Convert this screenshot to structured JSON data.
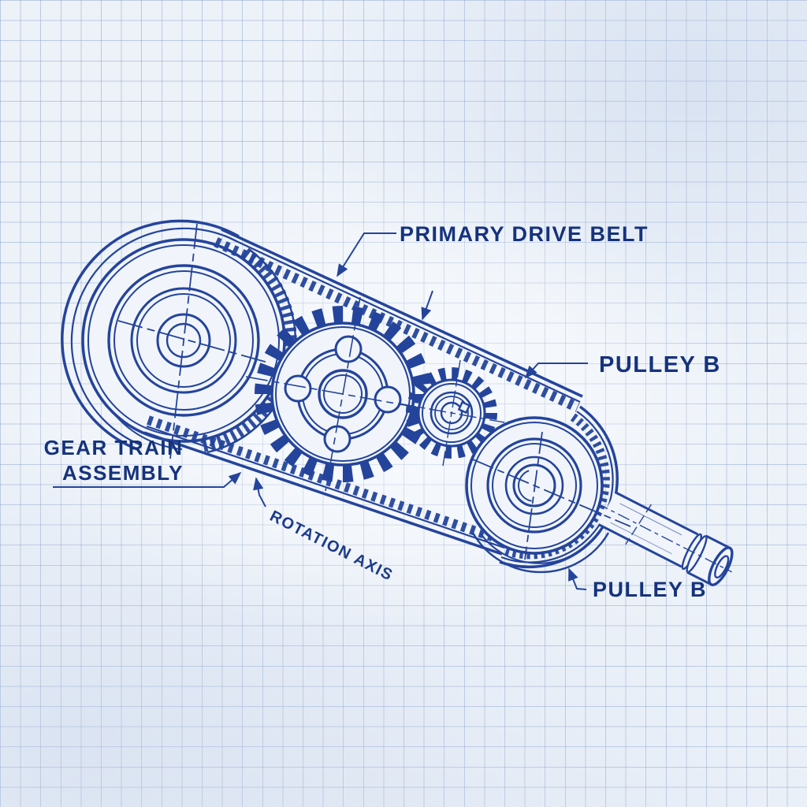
{
  "scene": {
    "kind": "blueprint technical diagram on graph paper",
    "subject": "gear train assembly: two toothed pulleys joined by a primary drive belt with two meshing spur gears and an output shaft"
  },
  "labels": {
    "primary_drive_belt": "PRIMARY DRIVE BELT",
    "pulley_b_top": "PULLEY B",
    "pulley_b_bottom": "PULLEY B",
    "gear_train_assembly_line1": "GEAR TRAIN",
    "gear_train_assembly_line2": "ASSEMBLY",
    "rotation_axis": "ROTATION AXIS"
  },
  "colors": {
    "ink": "#24449b",
    "label_text": "#15327c",
    "paper": "#edf2f9",
    "grid_line": "#88a1c9",
    "part_face": "#f1f5fb"
  },
  "parts": [
    "left-toothed-pulley",
    "primary-drive-belt",
    "large-spur-gear",
    "small-spur-gear",
    "pulley-b",
    "output-shaft"
  ]
}
